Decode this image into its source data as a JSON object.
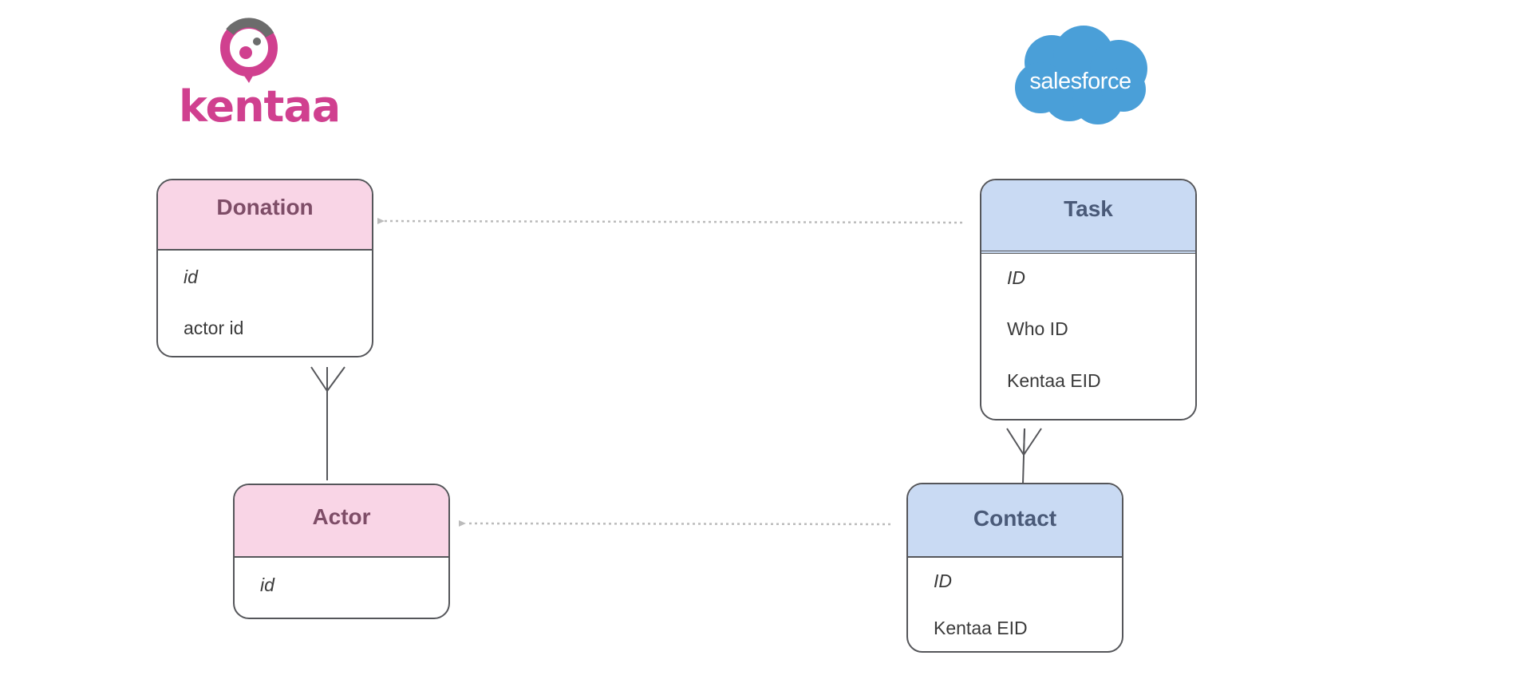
{
  "logos": {
    "kentaa": {
      "text": "kentaa",
      "color": "#d0408f"
    },
    "salesforce": {
      "text": "salesforce",
      "color": "#4a9fd8"
    }
  },
  "entities": {
    "donation": {
      "title": "Donation",
      "fields": [
        "id",
        "actor id"
      ]
    },
    "actor": {
      "title": "Actor",
      "fields": [
        "id"
      ]
    },
    "task": {
      "title": "Task",
      "fields": [
        "ID",
        "Who ID",
        "Kentaa EID"
      ]
    },
    "contact": {
      "title": "Contact",
      "fields": [
        "ID",
        "Kentaa EID"
      ]
    }
  },
  "colors": {
    "kentaa_header": "#f9d5e6",
    "salesforce_header": "#c9daf3",
    "border": "#55565a",
    "dotted_arrow": "#bbbbbb"
  }
}
